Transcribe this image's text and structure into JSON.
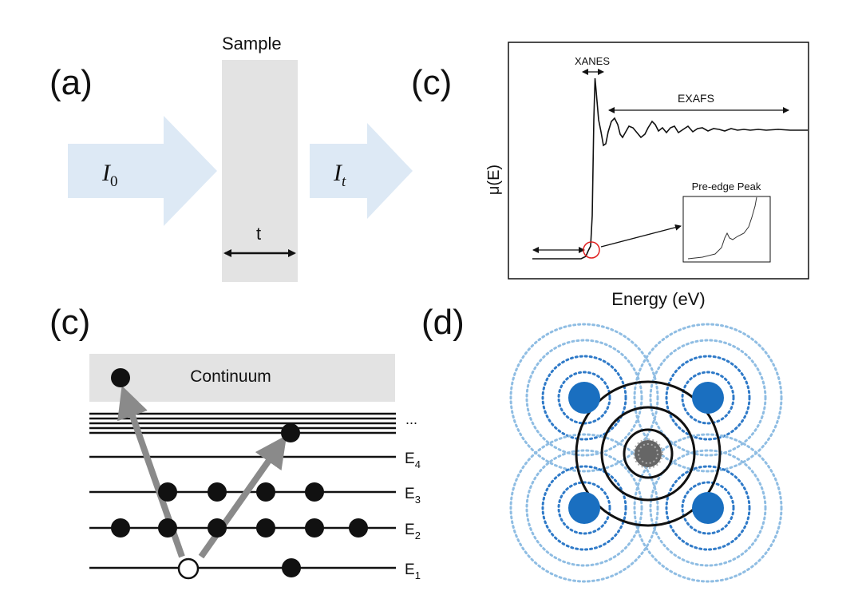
{
  "panel_a": {
    "label": "(a)",
    "sample_label": "Sample",
    "incident_label": "I",
    "incident_sub": "0",
    "transmitted_label": "I",
    "transmitted_sub": "t",
    "thickness_label": "t"
  },
  "panel_c_top": {
    "label": "(c)",
    "ylabel": "μ(E)",
    "xlabel": "Energy (eV)",
    "xanes_label": "XANES",
    "exafs_label": "EXAFS",
    "preedge_label": "Pre-edge Peak"
  },
  "panel_c_bottom": {
    "label": "(c)",
    "continuum_label": "Continuum",
    "ellipsis": "...",
    "levels": [
      {
        "name": "E",
        "sub": "4"
      },
      {
        "name": "E",
        "sub": "3"
      },
      {
        "name": "E",
        "sub": "2"
      },
      {
        "name": "E",
        "sub": "1"
      }
    ]
  },
  "panel_d": {
    "label": "(d)"
  },
  "colors": {
    "beam": "#dde9f5",
    "sample": "#e3e3e3",
    "continuum": "#e3e3e3",
    "atom_blue": "#1a6fc0",
    "dotted_light": "#8fbde3",
    "dotted_dark": "#2f7ac8",
    "center_atom": "#666666",
    "transition_arrow": "#8a8a8a",
    "preedge_circle": "#e02020"
  }
}
